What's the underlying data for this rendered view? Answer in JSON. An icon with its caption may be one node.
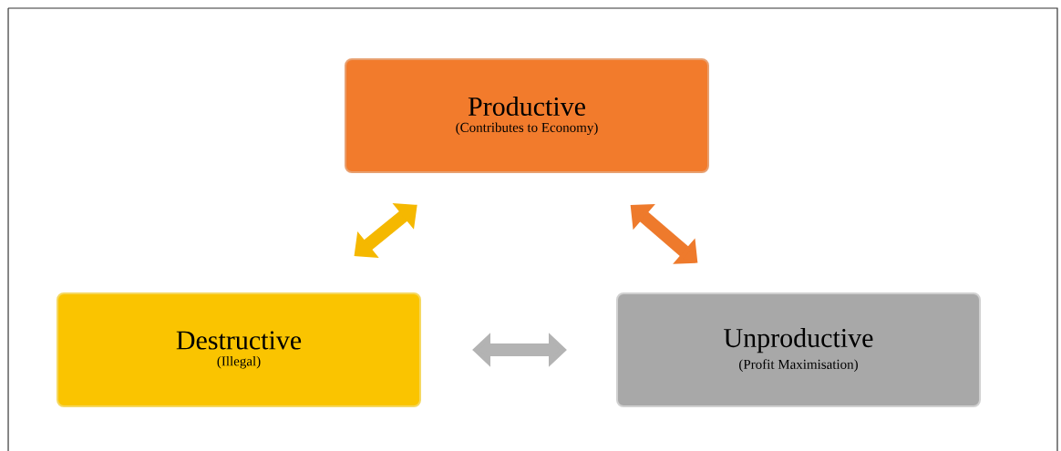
{
  "diagram": {
    "nodes": [
      {
        "text": [
          "Productive",
          "(Contributes to Economy)"
        ]
      },
      {
        "text": [
          "Destructive",
          "(Illegal)"
        ]
      },
      {
        "text": [
          "Unproductive",
          "(Profit Maximisation)"
        ]
      }
    ],
    "edges": [
      {
        "from": 0,
        "to": 1,
        "arrow": "both",
        "color": "#f5b800"
      },
      {
        "from": 0,
        "to": 2,
        "arrow": "both",
        "color": "#ee7a2c"
      },
      {
        "from": 1,
        "to": 2,
        "arrow": "both",
        "color": "#b3b3b3"
      }
    ]
  }
}
